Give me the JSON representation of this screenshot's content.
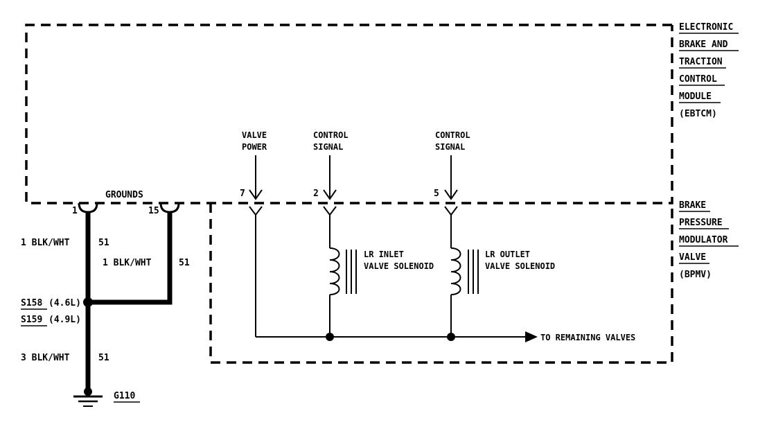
{
  "module_ebtcm": {
    "label_lines": [
      "ELECTRONIC",
      "BRAKE AND",
      "TRACTION",
      "CONTROL",
      "MODULE",
      "(EBTCM)"
    ]
  },
  "module_bpmv": {
    "label_lines": [
      "BRAKE",
      "PRESSURE",
      "MODULATOR",
      "VALVE",
      "(BPMV)"
    ]
  },
  "grounds_label": "GROUNDS",
  "pins": {
    "ground1": "1",
    "ground15": "15",
    "valve_power": "7",
    "control_inlet": "2",
    "control_outlet": "5"
  },
  "signals": {
    "valve_power": [
      "VALVE",
      "POWER"
    ],
    "control_inlet": [
      "CONTROL",
      "SIGNAL"
    ],
    "control_outlet": [
      "CONTROL",
      "SIGNAL"
    ]
  },
  "wires": {
    "wire_pin1": {
      "gauge_color": "1 BLK/WHT",
      "circuit": "51"
    },
    "wire_pin15": {
      "gauge_color": "1 BLK/WHT",
      "circuit": "51"
    },
    "wire_ground": {
      "gauge_color": "3 BLK/WHT",
      "circuit": "51"
    }
  },
  "splices": [
    {
      "id": "S158",
      "note": "(4.6L)"
    },
    {
      "id": "S159",
      "note": "(4.9L)"
    }
  ],
  "ground": {
    "id": "G110"
  },
  "solenoids": {
    "inlet": [
      "LR INLET",
      "VALVE SOLENOID"
    ],
    "outlet": [
      "LR OUTLET",
      "VALVE SOLENOID"
    ]
  },
  "remaining_valves": "TO REMAINING VALVES"
}
